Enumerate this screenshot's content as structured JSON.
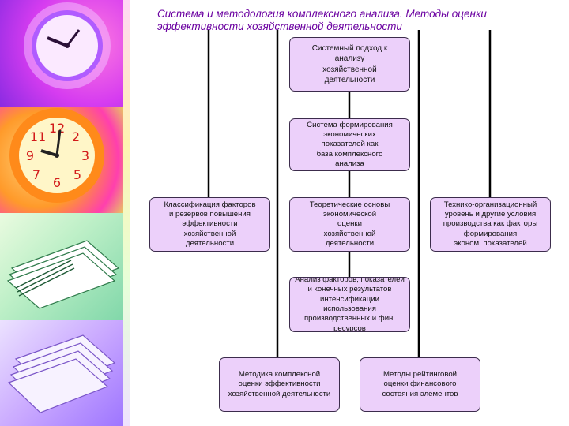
{
  "title": "Система и методология комплексного анализа. Методы оценки\nэффективности хозяйственной деятельности",
  "colors": {
    "title": "#6a00a0",
    "box_fill": "#ecd0fa",
    "box_border": "#3c2c4c",
    "connector": "#000000"
  },
  "decor": {
    "images": [
      "clock-purple-icon",
      "clock-orange-icon",
      "papers-green-icon",
      "papers-violet-icon"
    ]
  },
  "boxes": {
    "systemic_approach": "Системный подход к\nанализу\nхозяйственной\nдеятельности",
    "indicator_system": "Система формирования\nэкономических\nпоказателей как\nбаза комплексного\nанализа",
    "factor_classification": "Классификация факторов\nи резервов повышения\nэффективности\nхозяйственной\nдеятельности",
    "theoretical_basis": "Теоретические основы\nэкономической\nоценки\nхозяйственной\nдеятельности",
    "technical_conditions": "Технико-организационный\nуровень и другие условия\nпроизводства как факторы\nформирования\nэконом. показателей",
    "factor_analysis": "Анализ факторов, показателей\nи конечных результатов\nинтенсификации\nиспользования\nпроизводственных и фин.\nресурсов",
    "complex_method": "Методика комплексной\nоценки эффективности\nхозяйственной деятельности",
    "rating_methods": "Методы рейтинговой\nоценки финансового\nсостояния элементов"
  }
}
